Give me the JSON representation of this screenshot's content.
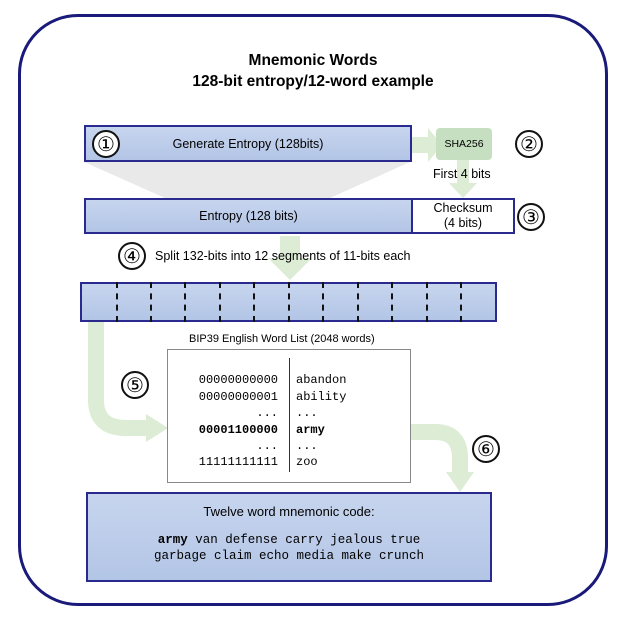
{
  "title_line1": "Mnemonic Words",
  "title_line2": "128-bit entropy/12-word example",
  "step1": {
    "num": "①",
    "label": "Generate Entropy (128bits)"
  },
  "step2": {
    "num": "②",
    "sha_label": "SHA256",
    "first_bits": "First 4 bits"
  },
  "step3": {
    "num": "③",
    "entropy_label": "Entropy (128 bits)",
    "checksum_line1": "Checksum",
    "checksum_line2": "(4 bits)"
  },
  "step4": {
    "num": "④",
    "label": "Split 132-bits into 12 segments of 11-bits each"
  },
  "step5": {
    "num": "⑤"
  },
  "step6": {
    "num": "⑥"
  },
  "wordlist": {
    "caption": "BIP39 English Word List (2048 words)",
    "rows": [
      {
        "bits": "00000000000",
        "word": "abandon",
        "bold": false
      },
      {
        "bits": "00000000001",
        "word": "ability",
        "bold": false
      },
      {
        "bits": "...",
        "word": "...",
        "bold": false
      },
      {
        "bits": "00001100000",
        "word": "army",
        "bold": true
      },
      {
        "bits": "...",
        "word": "...",
        "bold": false
      },
      {
        "bits": "11111111111",
        "word": "zoo",
        "bold": false
      }
    ]
  },
  "mnemonic": {
    "title": "Twelve word mnemonic code:",
    "first_word": "army",
    "line1_rest": " van defense carry jealous true",
    "line2": "garbage claim echo media make crunch"
  },
  "colors": {
    "box_fill": "#b3c5e6",
    "box_border": "#2a2a8e",
    "arrow_green": "#dcecd5",
    "frame": "#1a1a7a"
  }
}
